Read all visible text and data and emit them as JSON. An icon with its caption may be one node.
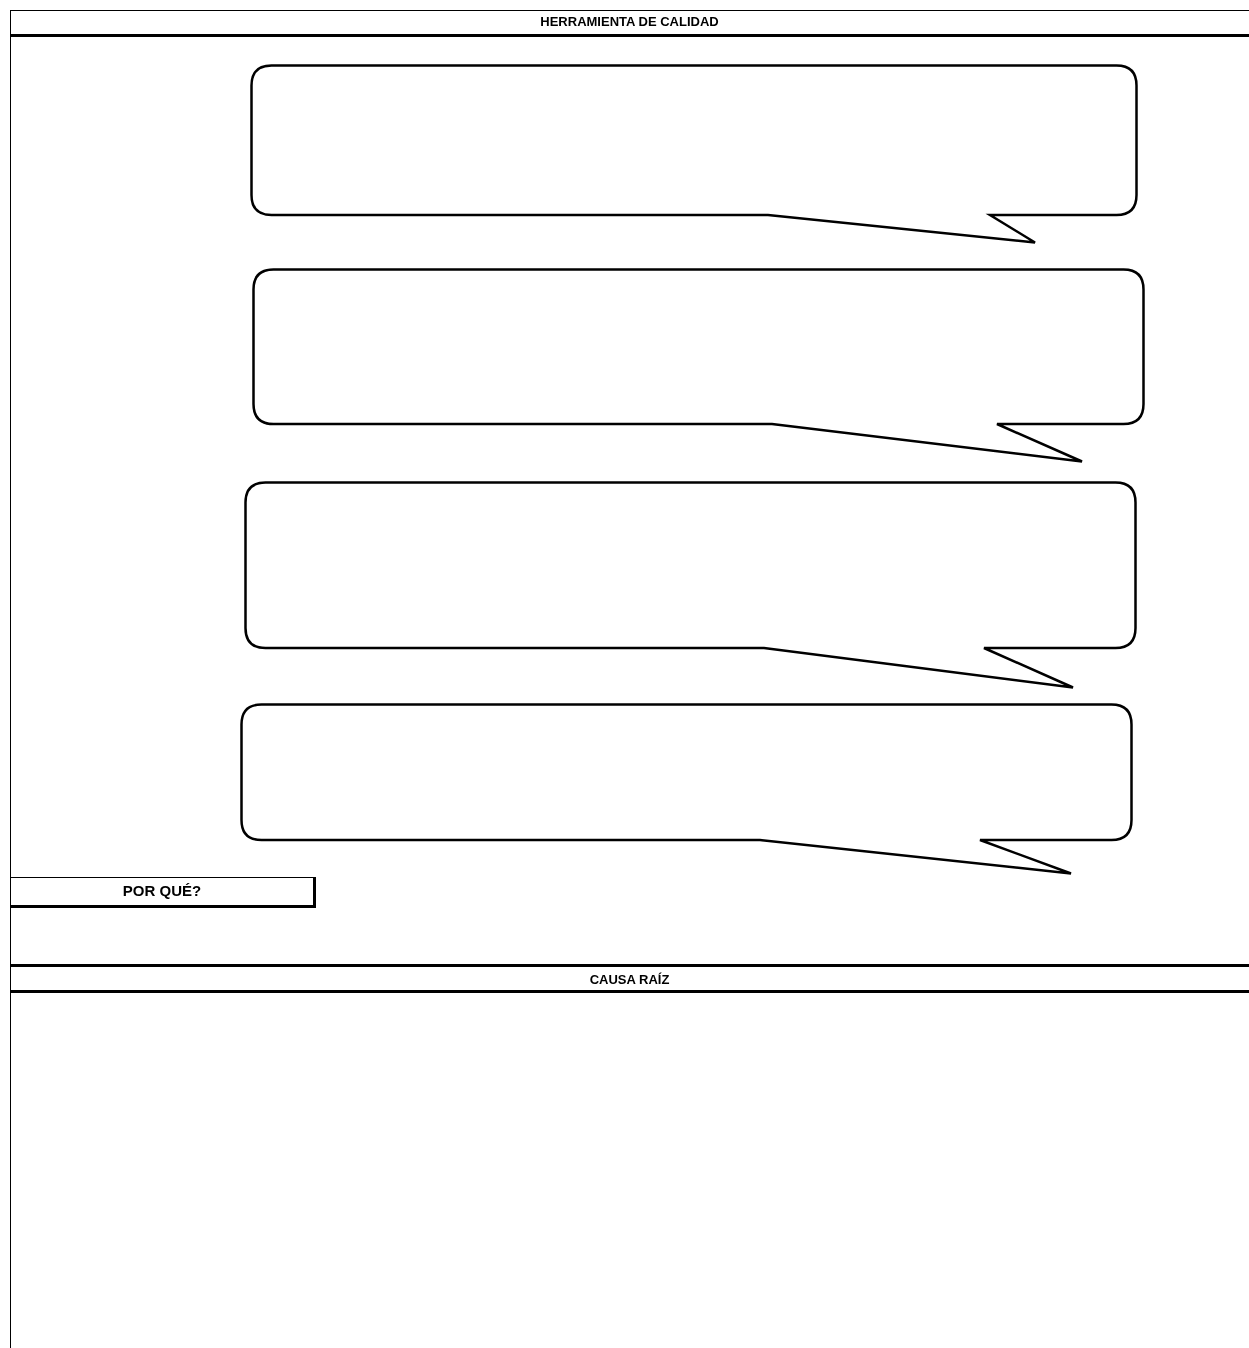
{
  "diagram": {
    "title": "HERRAMIENTA DE CALIDAD",
    "nodes": [
      {
        "text": [],
        "shape": "callout"
      },
      {
        "text": [],
        "shape": "callout"
      },
      {
        "text": [],
        "shape": "callout"
      },
      {
        "text": [],
        "shape": "callout"
      },
      {
        "text": [
          "POR QUÉ?"
        ]
      }
    ],
    "labels": [
      "CAUSA RAÍZ"
    ]
  }
}
